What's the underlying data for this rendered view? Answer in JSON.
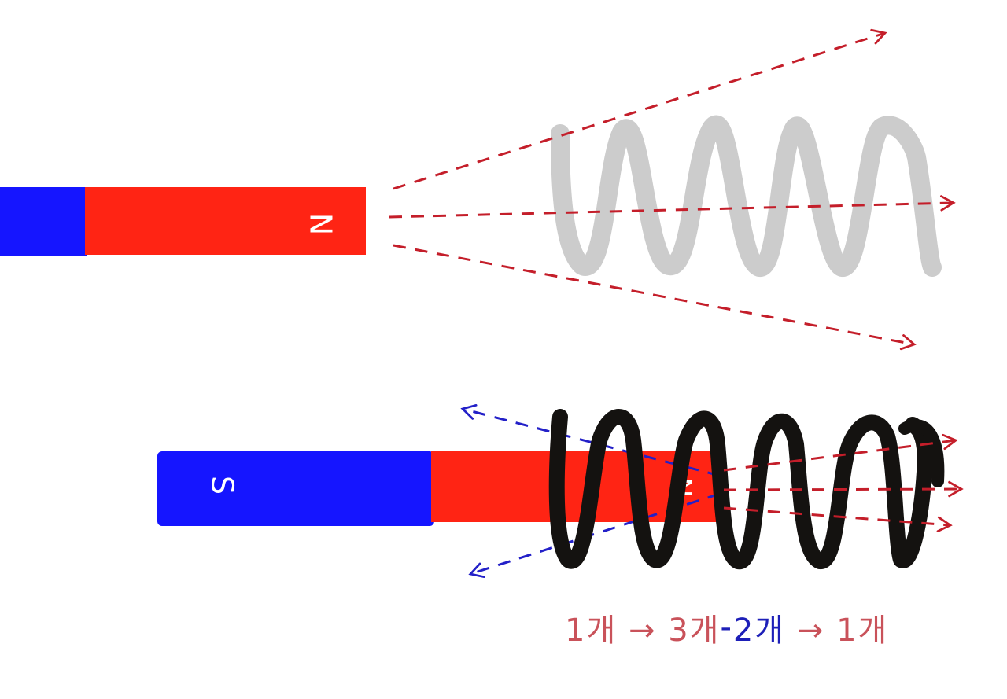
{
  "colors": {
    "north": "#ff2414",
    "south": "#1515ff",
    "field_red": "#c41e2a",
    "field_blue": "#2320c8",
    "coil_faded": "#cccccc",
    "coil_dark": "#141210",
    "formula_red": "#c9525a",
    "formula_blue": "#1d1fb8"
  },
  "top_magnet": {
    "pole_label": "N"
  },
  "bottom_magnet": {
    "south_label": "S",
    "north_label": "N"
  },
  "formula": {
    "part1": "1개 → 3개",
    "separator": "-",
    "part2": "2개",
    "part3": " → 1개"
  }
}
